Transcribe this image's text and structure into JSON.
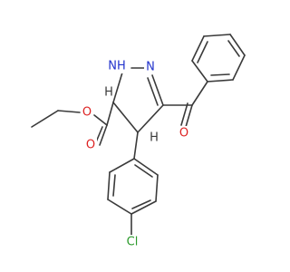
{
  "molecule": {
    "atom_labels": {
      "nh": "NH",
      "n": "N",
      "o_ketone": "O",
      "o_ester_carbonyl": "O",
      "o_ester_ether": "O",
      "h_c3": "H",
      "h_c4": "H",
      "cl": "Cl"
    },
    "colors": {
      "bond": "#3a3a3a",
      "nitrogen": "#2233cc",
      "oxygen": "#dd2222",
      "chlorine": "#2a9a2a"
    }
  }
}
